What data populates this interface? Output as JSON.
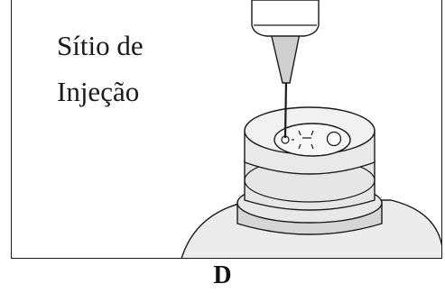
{
  "figure": {
    "label_line_1": "Sítio de",
    "label_line_2": "Injeção",
    "panel_letter": "D"
  },
  "colors": {
    "outline": "#1a1a1a",
    "bottle_fill": "#ececec",
    "bottle_band": "#d6d6d6",
    "stopper_fill": "#f7f7f7",
    "needle_fill": "#cfcfcf",
    "background": "#ffffff"
  },
  "icons": {
    "syringe": "syringe-icon",
    "needle": "needle-icon",
    "vial": "vial-icon"
  }
}
